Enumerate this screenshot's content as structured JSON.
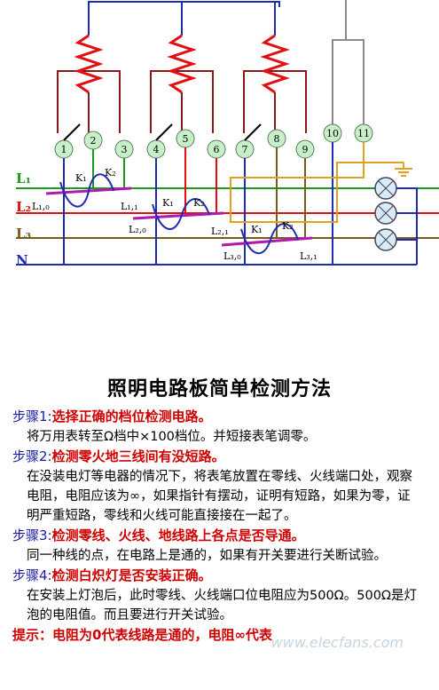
{
  "diagram": {
    "terminals": [
      "1",
      "2",
      "3",
      "4",
      "5",
      "6",
      "7",
      "8",
      "9",
      "10",
      "11"
    ],
    "lines": [
      "L₁",
      "L₂",
      "L₃",
      "N"
    ],
    "switch_labels": {
      "k1": "K₁",
      "k2": "K₂",
      "l10": "L₁,₀",
      "l11": "L₁,₁",
      "l20": "L₂,₀",
      "l21": "L₂,₁",
      "l30": "L₃,₀",
      "l31": "L₃,₁"
    }
  },
  "text": {
    "title": "照明电路板简单检测方法",
    "steps": [
      {
        "prefix": "步骤1:",
        "title": "选择正确的档位检测电路。",
        "body": "将万用表转至Ω档中×100档位。并短接表笔调零。"
      },
      {
        "prefix": "步骤2:",
        "title": "检测零火地三线间有没短路。",
        "body": "在没装电灯等电器的情况下，将表笔放置在零线、火线端口处，观察电阻，电阻应该为∞，如果指针有摆动，证明有短路，如果为零，证明严重短路，零线和火线可能直接接在一起了。"
      },
      {
        "prefix": "步骤3:",
        "title": "检测零线、火线、地线路上各点是否导通。",
        "body": "同一种线的点，在电路上是通的，如果有开关要进行关断试验。"
      },
      {
        "prefix": "步骤4:",
        "title": "检测白炽灯是否安装正确。",
        "body": "在安装上灯泡后，此时零线、火线端口位电阻应为500Ω。500Ω是灯泡的电阻值。而且要进行开关试验。"
      }
    ],
    "tip": "提示：电阻为0代表线路是通的，电阻∞代表",
    "watermark": "www.elecfans.com"
  },
  "colors": {
    "blue": "#1f2bb0",
    "red": "#e01010",
    "green": "#1a9a1a",
    "orange": "#e0a020",
    "brown": "#7a5a1a",
    "purple": "#b01ab0",
    "gray": "#8a8a8a",
    "darkred": "#8a1a1a"
  }
}
